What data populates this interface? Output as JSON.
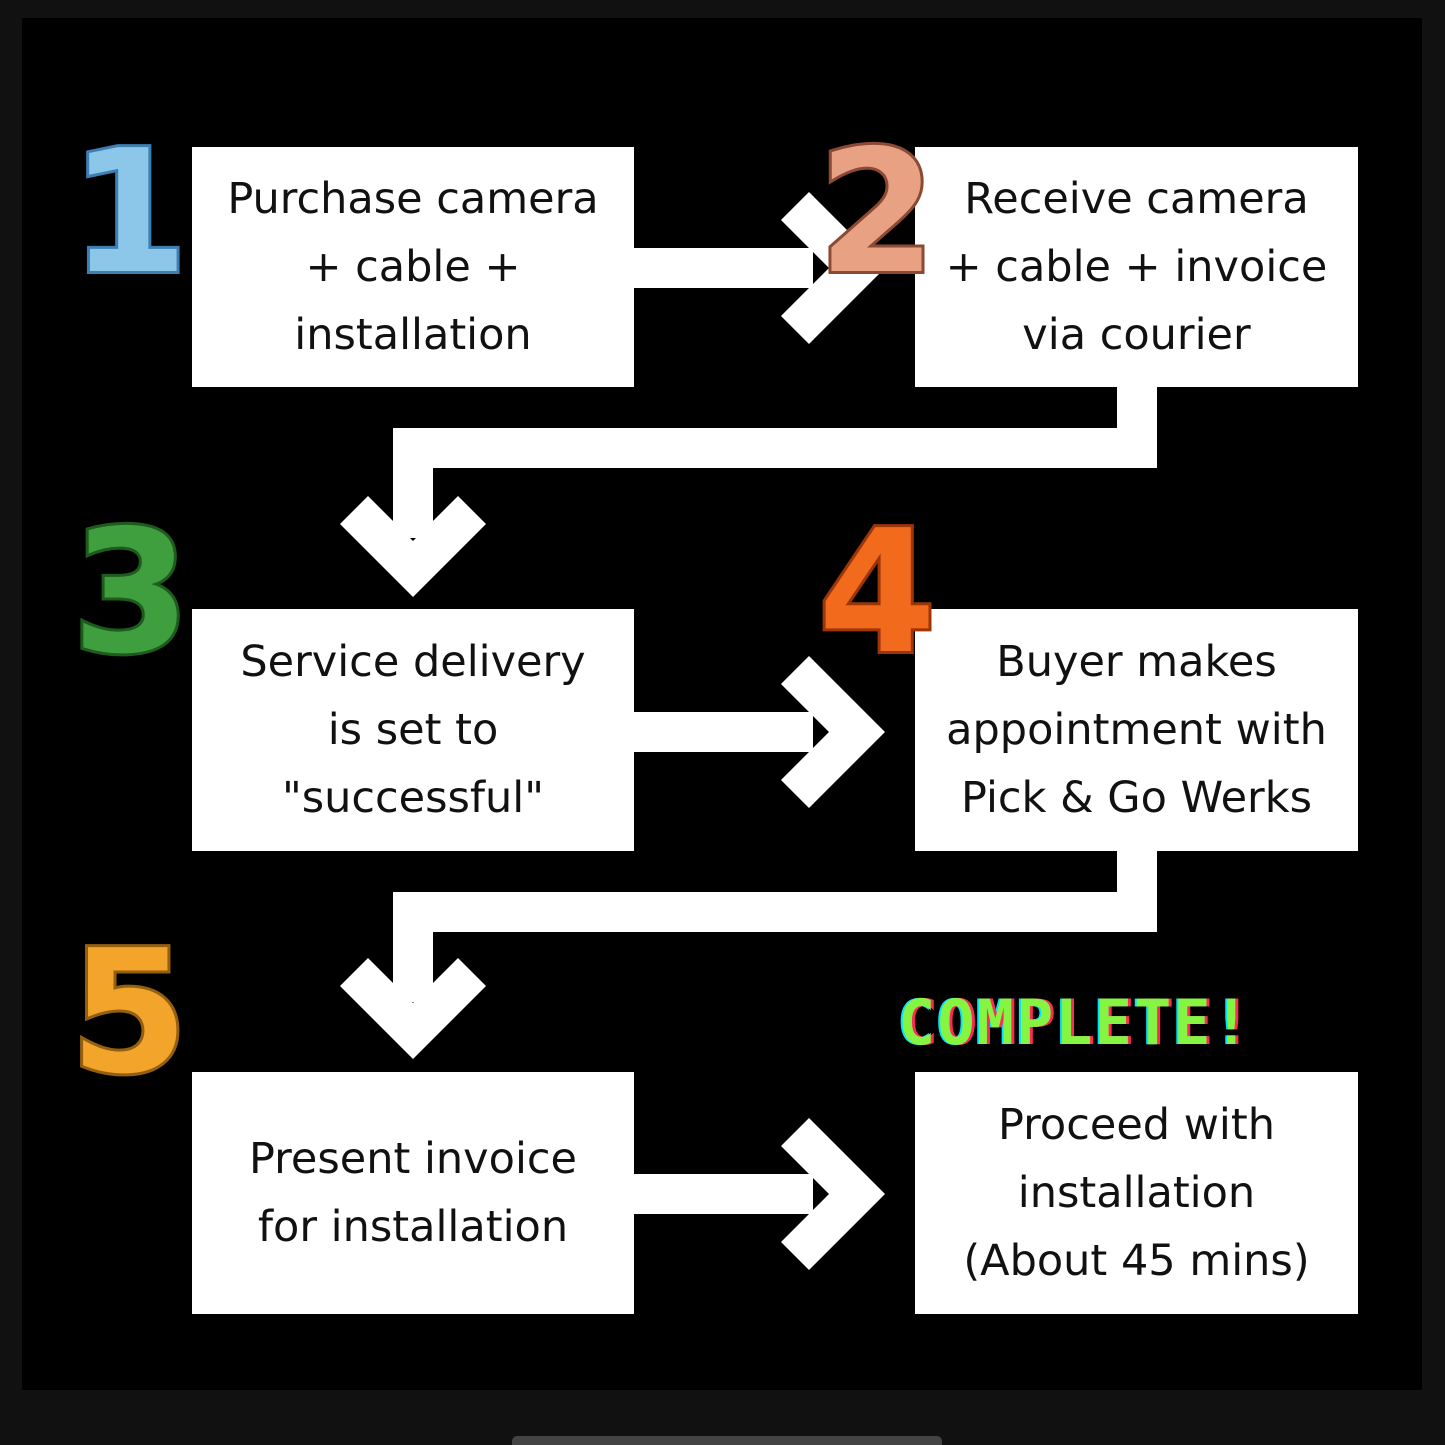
{
  "steps": [
    {
      "number": "1",
      "text": "Purchase camera\n+ cable +\ninstallation"
    },
    {
      "number": "2",
      "text": "Receive camera\n+ cable + invoice\nvia courier"
    },
    {
      "number": "3",
      "text": "Service delivery\nis set to\n\"successful\""
    },
    {
      "number": "4",
      "text": "Buyer makes\nappointment with\nPick & Go Werks"
    },
    {
      "number": "5",
      "text": "Present invoice\nfor installation"
    }
  ],
  "final_step": {
    "text": "Proceed with\ninstallation\n(About 45 mins)"
  },
  "complete_label": "COMPLETE!",
  "colors": {
    "background": "#000000",
    "box": "#ffffff",
    "step1": "#8cc6e8",
    "step2": "#e8a283",
    "step3": "#3f9f3f",
    "step4": "#f26a1b",
    "step5": "#f2a52a",
    "complete": "#86f542"
  }
}
